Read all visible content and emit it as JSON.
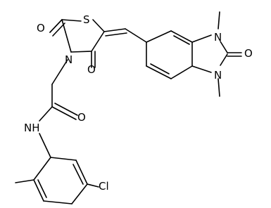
{
  "molecule": {
    "atoms": {
      "o_thiazolidine_2": "O",
      "s_ring": "S",
      "n_ring": "N",
      "o_thiazolidine_4": "O",
      "n1_top": "N",
      "n1_methyl": "",
      "o_imidazolone": "O",
      "n3_bottom": "N",
      "o_amide": "O",
      "n_amide": "NH",
      "cl": "Cl"
    }
  }
}
